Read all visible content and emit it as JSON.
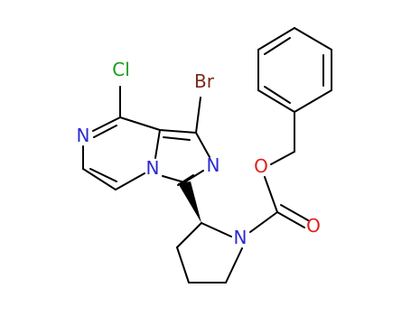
{
  "molecule": {
    "atoms": {
      "cl": {
        "text": "Cl",
        "color": "#1a9c1a"
      },
      "br": {
        "text": "Br",
        "color": "#7a2a1a"
      },
      "n_pyrazine": {
        "text": "N",
        "color": "#2b2bd1"
      },
      "n_bridge": {
        "text": "N",
        "color": "#2b2bd1"
      },
      "n_imidazole": {
        "text": "N",
        "color": "#2b2bd1"
      },
      "n_pyrrolidine": {
        "text": "N",
        "color": "#2b2bd1"
      },
      "o_ester": {
        "text": "O",
        "color": "#e0201a"
      },
      "o_carbonyl": {
        "text": "O",
        "color": "#e0201a"
      }
    }
  }
}
